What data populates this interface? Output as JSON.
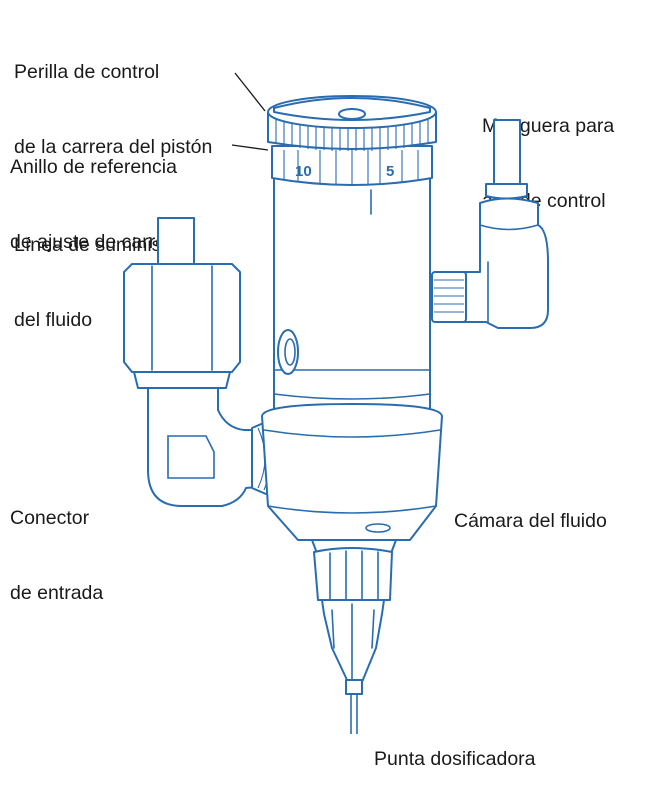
{
  "labels": {
    "knob": [
      "Perilla de control",
      "de la carrera del pistón"
    ],
    "ring": [
      "Anillo de referencia",
      "de ajuste de carrera"
    ],
    "hose": [
      "Manguera para",
      "aire de control"
    ],
    "supply": [
      "Línea de suministro",
      "del fluido"
    ],
    "inlet": [
      "Conector",
      "de entrada"
    ],
    "chamber": [
      "Cámara del fluido"
    ],
    "tip": [
      "Punta dosificadora"
    ]
  },
  "scale": {
    "left": "10",
    "right": "5"
  },
  "colors": {
    "line": "#2a6cb0",
    "text": "#1a1a1a"
  }
}
